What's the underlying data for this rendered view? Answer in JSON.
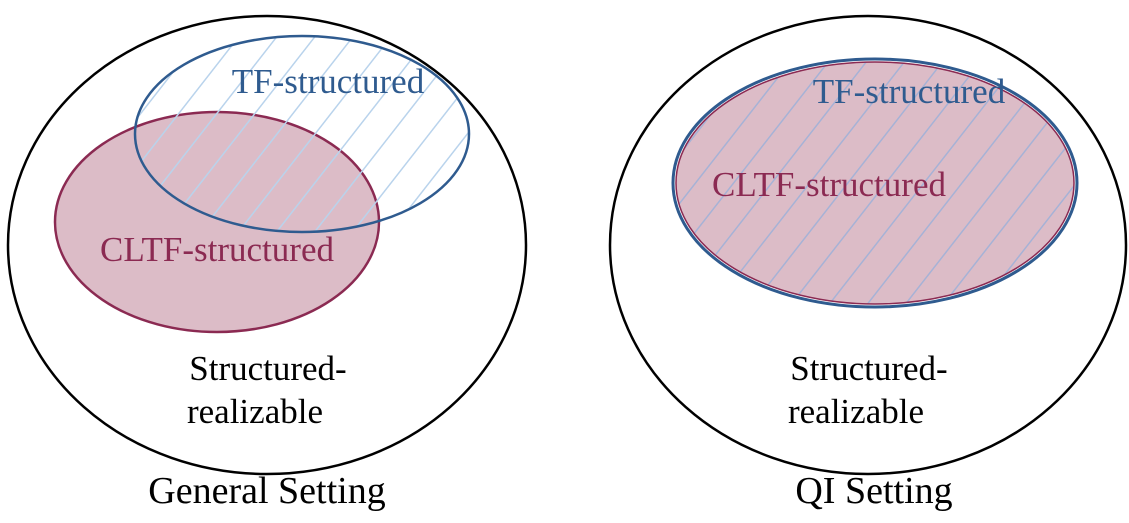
{
  "colors": {
    "outline": "#000000",
    "tf": "#2f5b8f",
    "cltf": "#8b2a52",
    "cltf_fill": "#dcbcc7",
    "hatch": "#b9d3ec",
    "hatch_on_pink": "#a6b2d6"
  },
  "panels": [
    {
      "caption": "General Setting",
      "outer_label_line1": "Structured-",
      "outer_label_line2": "realizable",
      "tf_label": "TF-structured",
      "cltf_label": "CLTF-structured"
    },
    {
      "caption": "QI Setting",
      "outer_label_line1": "Structured-",
      "outer_label_line2": "realizable",
      "tf_label": "TF-structured",
      "cltf_label": "CLTF-structured"
    }
  ]
}
